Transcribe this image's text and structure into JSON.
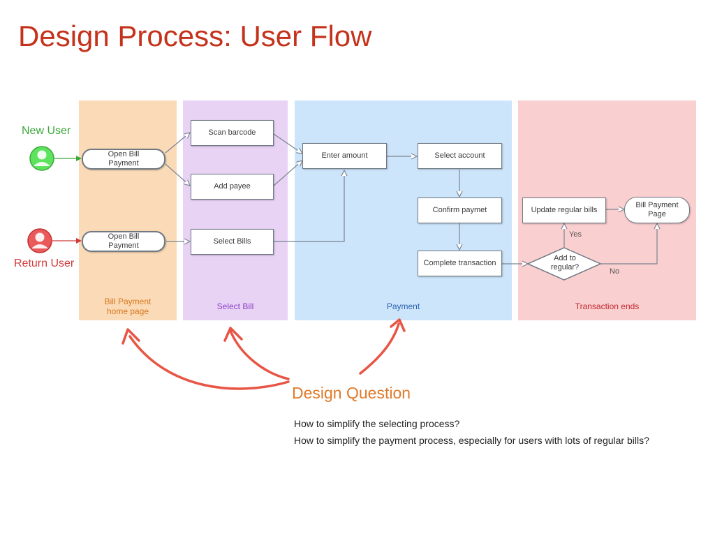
{
  "title": "Design Process: User Flow",
  "colors": {
    "title": "#c5321c",
    "lane_home": "#fbdbb7",
    "lane_select": "#e8d3f5",
    "lane_payment": "#cde5fb",
    "lane_end": "#f9cfd0",
    "new_user": "#3aa83a",
    "return_user": "#d23a3a",
    "annotation_arrows": "#e85545",
    "question": "#e07a2a"
  },
  "users": {
    "new_user_label": "New User",
    "return_user_label": "Return User"
  },
  "lanes": [
    {
      "label": "Bill Payment home page",
      "color": "#d7761d"
    },
    {
      "label": "Select Bill",
      "color": "#8a3fc4"
    },
    {
      "label": "Payment",
      "color": "#2a63b0"
    },
    {
      "label": "Transaction ends",
      "color": "#c0282c"
    }
  ],
  "nodes": {
    "open_bill_payment_new": "Open Bill Payment",
    "open_bill_payment_return": "Open Bill Payment",
    "scan_barcode": "Scan barcode",
    "add_payee": "Add payee",
    "select_bills": "Select Bills",
    "enter_amount": "Enter amount",
    "select_account": "Select account",
    "confirm_payment": "Confirm paymet",
    "complete_transaction": "Complete transaction",
    "add_to_regular": "Add to regular?",
    "update_regular_bills": "Update regular bills",
    "bill_payment_page": "Bill Payment Page"
  },
  "edge_labels": {
    "yes": "Yes",
    "no": "No"
  },
  "design_question": {
    "title": "Design Question",
    "questions": [
      "How to simplify the selecting process?",
      "How to simplify the payment process, especially for users with lots of regular bills?"
    ]
  }
}
